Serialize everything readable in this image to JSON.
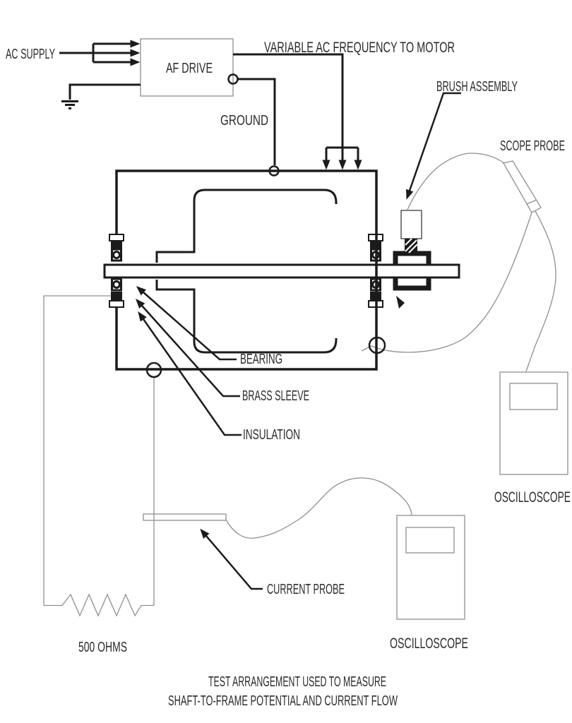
{
  "diagram": {
    "title_caption": {
      "line1": "TEST ARRANGEMENT USED TO MEASURE",
      "line2": "SHAFT-TO-FRAME POTENTIAL AND CURRENT FLOW"
    },
    "labels": {
      "ac_supply": "AC SUPPLY",
      "af_drive": "AF DRIVE",
      "variable_ac_frequency": "VARIABLE AC FREQUENCY TO MOTOR",
      "ground": "GROUND",
      "brush_assembly": "BRUSH ASSEMBLY",
      "scope_probe": "SCOPE PROBE",
      "bearing": "BEARING",
      "brass_sleeve": "BRASS SLEEVE",
      "insulation": "INSULATION",
      "current_probe": "CURRENT PROBE",
      "oscilloscope_shaft": "OSCILLOSCOPE",
      "oscilloscope_current": "OSCILLOSCOPE",
      "resistor_value": "500 OHMS"
    },
    "components": [
      "AC supply feed with three-phase arrows into AF drive",
      "AF drive with ground terminal and earth symbol",
      "Motor frame with insulated bearings (bearing, brass sleeve, insulation)",
      "Shaft with brush assembly and scope probe to oscilloscope",
      "Frame node with current probe loop through 500 ohm resistor to oscilloscope"
    ],
    "colors": {
      "line_heavy": "#1b1b1b",
      "line_light": "#8f8f8f",
      "text": "#2b2b2b",
      "background": "#ffffff"
    }
  }
}
